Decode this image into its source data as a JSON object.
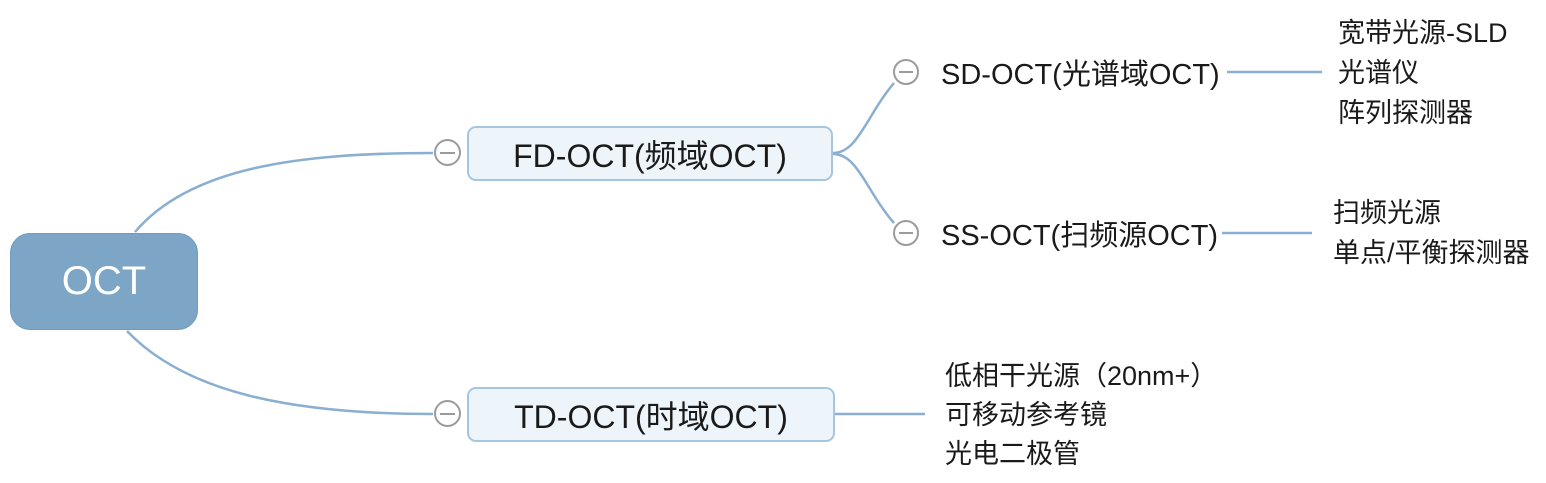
{
  "diagram_title": "OCT mind map",
  "colors": {
    "root_fill": "#7ca5c6",
    "root_text": "#ffffff",
    "branch_fill": "#edf4fa",
    "branch_border": "#a6c6df",
    "connector": "#8aafd0",
    "collapse_icon_gray": "#9b9b9b",
    "node_text": "#1a1a1a"
  },
  "tree": {
    "root": {
      "label": "OCT"
    },
    "branches": [
      {
        "label": "FD-OCT(频域OCT)",
        "children": [
          {
            "label": "SD-OCT(光谱域OCT)",
            "leaves": [
              "宽带光源-SLD",
              "光谱仪",
              "阵列探测器"
            ]
          },
          {
            "label": "SS-OCT(扫频源OCT)",
            "leaves": [
              "扫频光源",
              "单点/平衡探测器"
            ]
          }
        ]
      },
      {
        "label": "TD-OCT(时域OCT)",
        "leaves": [
          "低相干光源（20nm+）",
          "可移动参考镜",
          "光电二极管"
        ]
      }
    ]
  }
}
